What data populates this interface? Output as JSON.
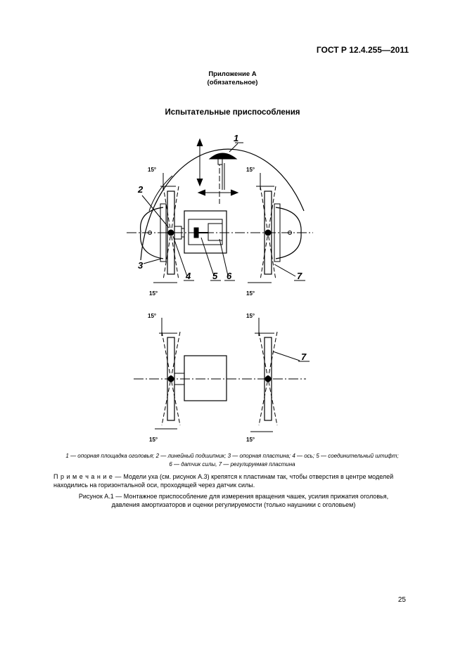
{
  "header": {
    "code": "ГОСТ Р 12.4.255—2011"
  },
  "annex": {
    "title": "Приложение А",
    "status": "(обязательное)"
  },
  "figure_title": "Испытательные приспособления",
  "figure_labels": {
    "n1": "1",
    "n2": "2",
    "n3": "3",
    "n4": "4",
    "n5": "5",
    "n6": "6",
    "n7": "7",
    "n7b": "7",
    "angle": "15°"
  },
  "legend": {
    "line1": "1 — опорная площадка оголовья; 2 — линейный подшипник; 3 — опорная пластина; 4 — ось; 5 — соединительный штифт;",
    "line2": "6 — датчик силы, 7 — регулируемая пластина"
  },
  "note": {
    "label": "П р и м е ч а н и е —",
    "text": "Модели уха (см. рисунок А.3) крепятся к пластинам так, чтобы отверстия в центре моделей находились на горизонтальной оси, проходящей через датчик силы."
  },
  "caption": {
    "line1": "Рисунок А.1 — Монтажное приспособление для измерения вращения чашек, усилия прижатия оголовья,",
    "line2": "давления амортизаторов и оценки регулируемости (только наушники с оголовьем)"
  },
  "page_number": "25"
}
